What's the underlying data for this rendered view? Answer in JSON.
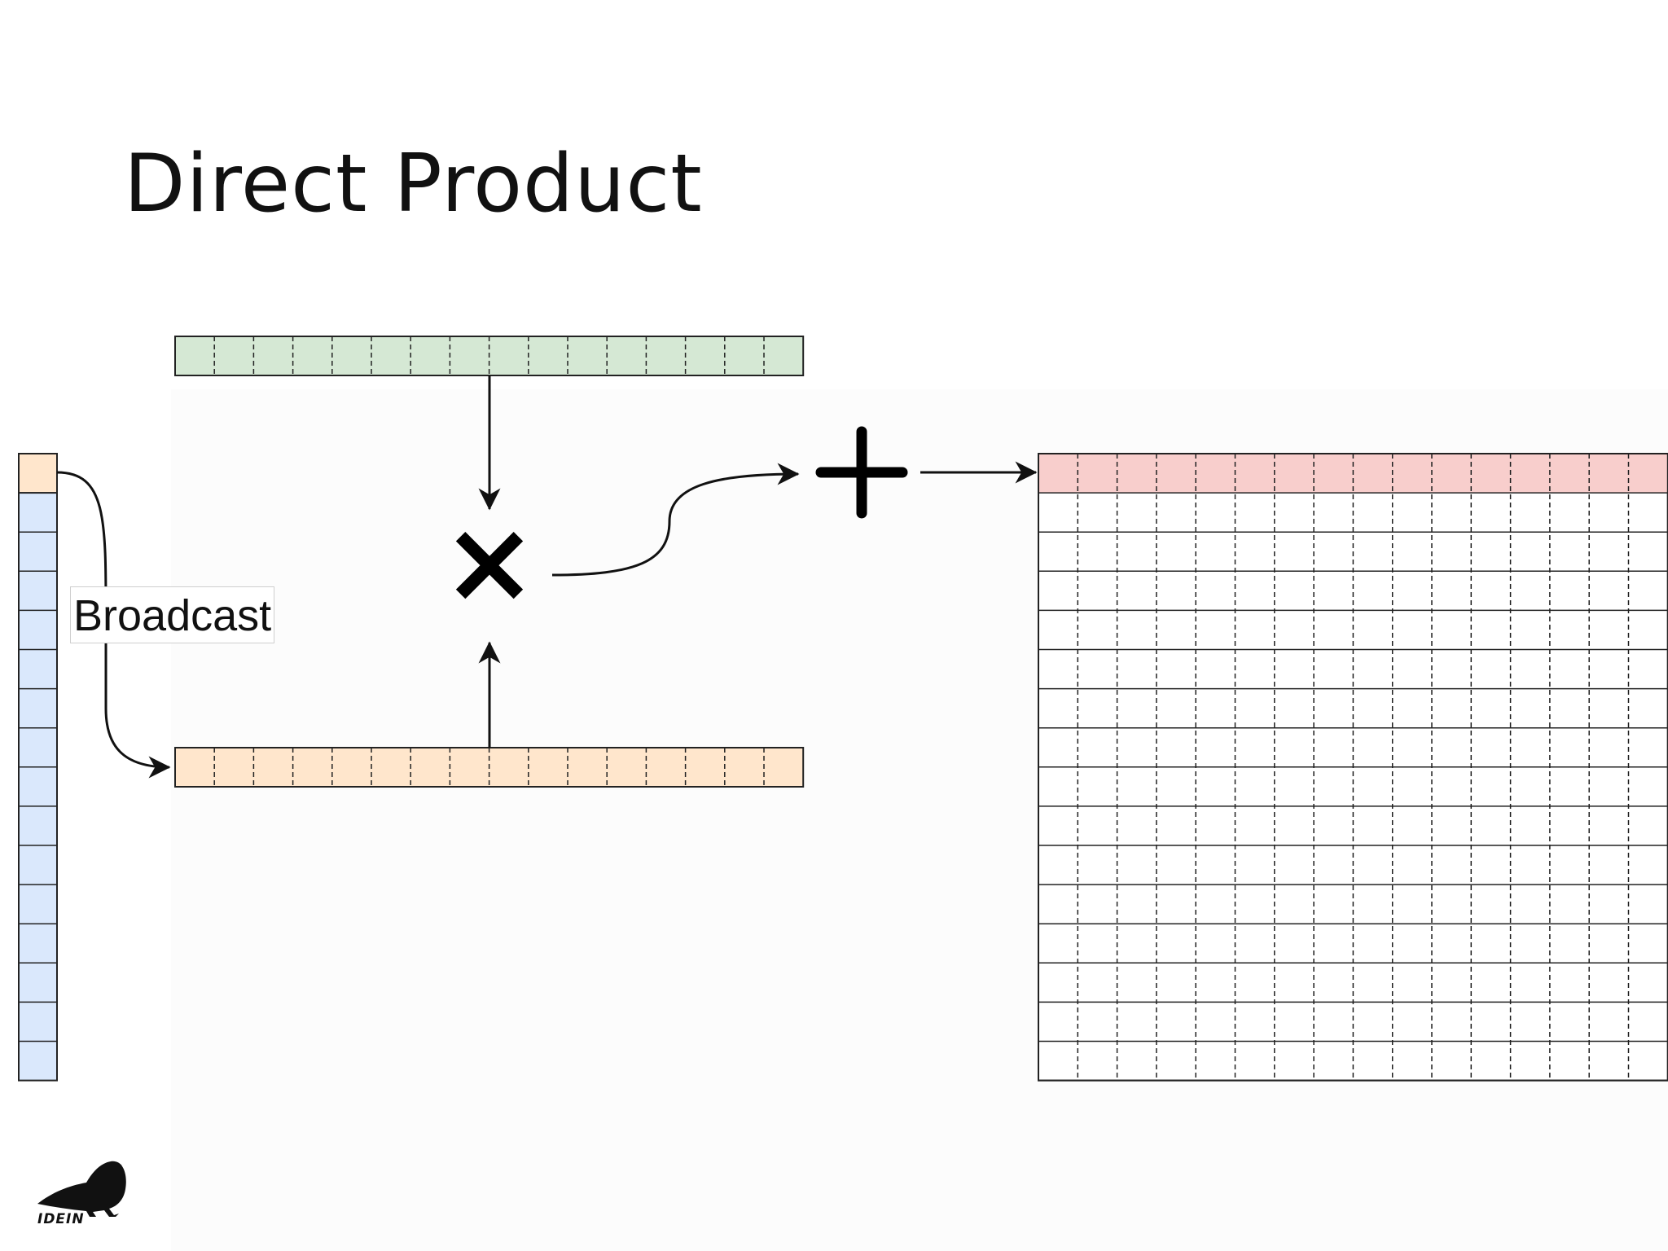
{
  "slide": {
    "title": "Direct Product"
  },
  "diagram": {
    "broadcast_label": "Broadcast",
    "multiply_symbol": "×",
    "plus_symbol": "+",
    "vectors": {
      "top_row": {
        "cells": 16,
        "fill": "#d5e8d4"
      },
      "broadcast_row": {
        "cells": 16,
        "fill": "#ffe6cc"
      },
      "left_column": {
        "cells": 16,
        "fill": "#dae8fc",
        "highlight_fill": "#ffe6cc",
        "highlight_index": 0
      }
    },
    "result_matrix": {
      "rows": 16,
      "cols": 16,
      "highlight_row": 0,
      "highlight_fill": "#f8cecc",
      "fill": "#ffffff"
    }
  },
  "logo": {
    "text": "IDEIN",
    "icon": "crow-icon"
  }
}
